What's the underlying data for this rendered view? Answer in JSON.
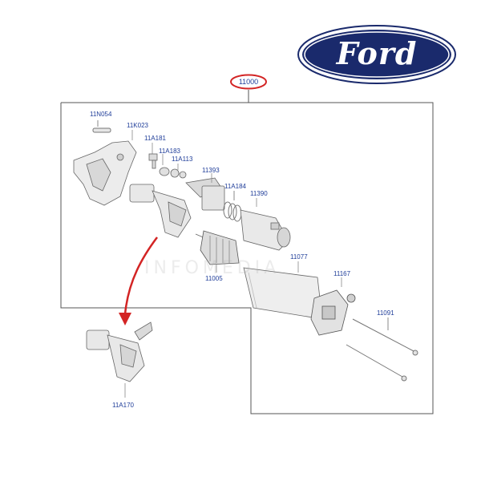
{
  "brand": {
    "logo_text": "Ford",
    "oval_color": "#1a2a6c",
    "accent_red": "#d32424",
    "label_color": "#1f3d99"
  },
  "assembly": {
    "main_part_number": "11000"
  },
  "parts": {
    "p11N054": "11N054",
    "p11K023": "11K023",
    "p11A181": "11A181",
    "p11A183": "11A183",
    "p11A113": "11A113",
    "p11393": "11393",
    "p11A184": "11A184",
    "p11390": "11390",
    "p11077": "11077",
    "p11005": "11005",
    "p11167": "11167",
    "p11091": "11091",
    "p11A170": "11A170"
  },
  "watermark": "INFOMEDIA"
}
